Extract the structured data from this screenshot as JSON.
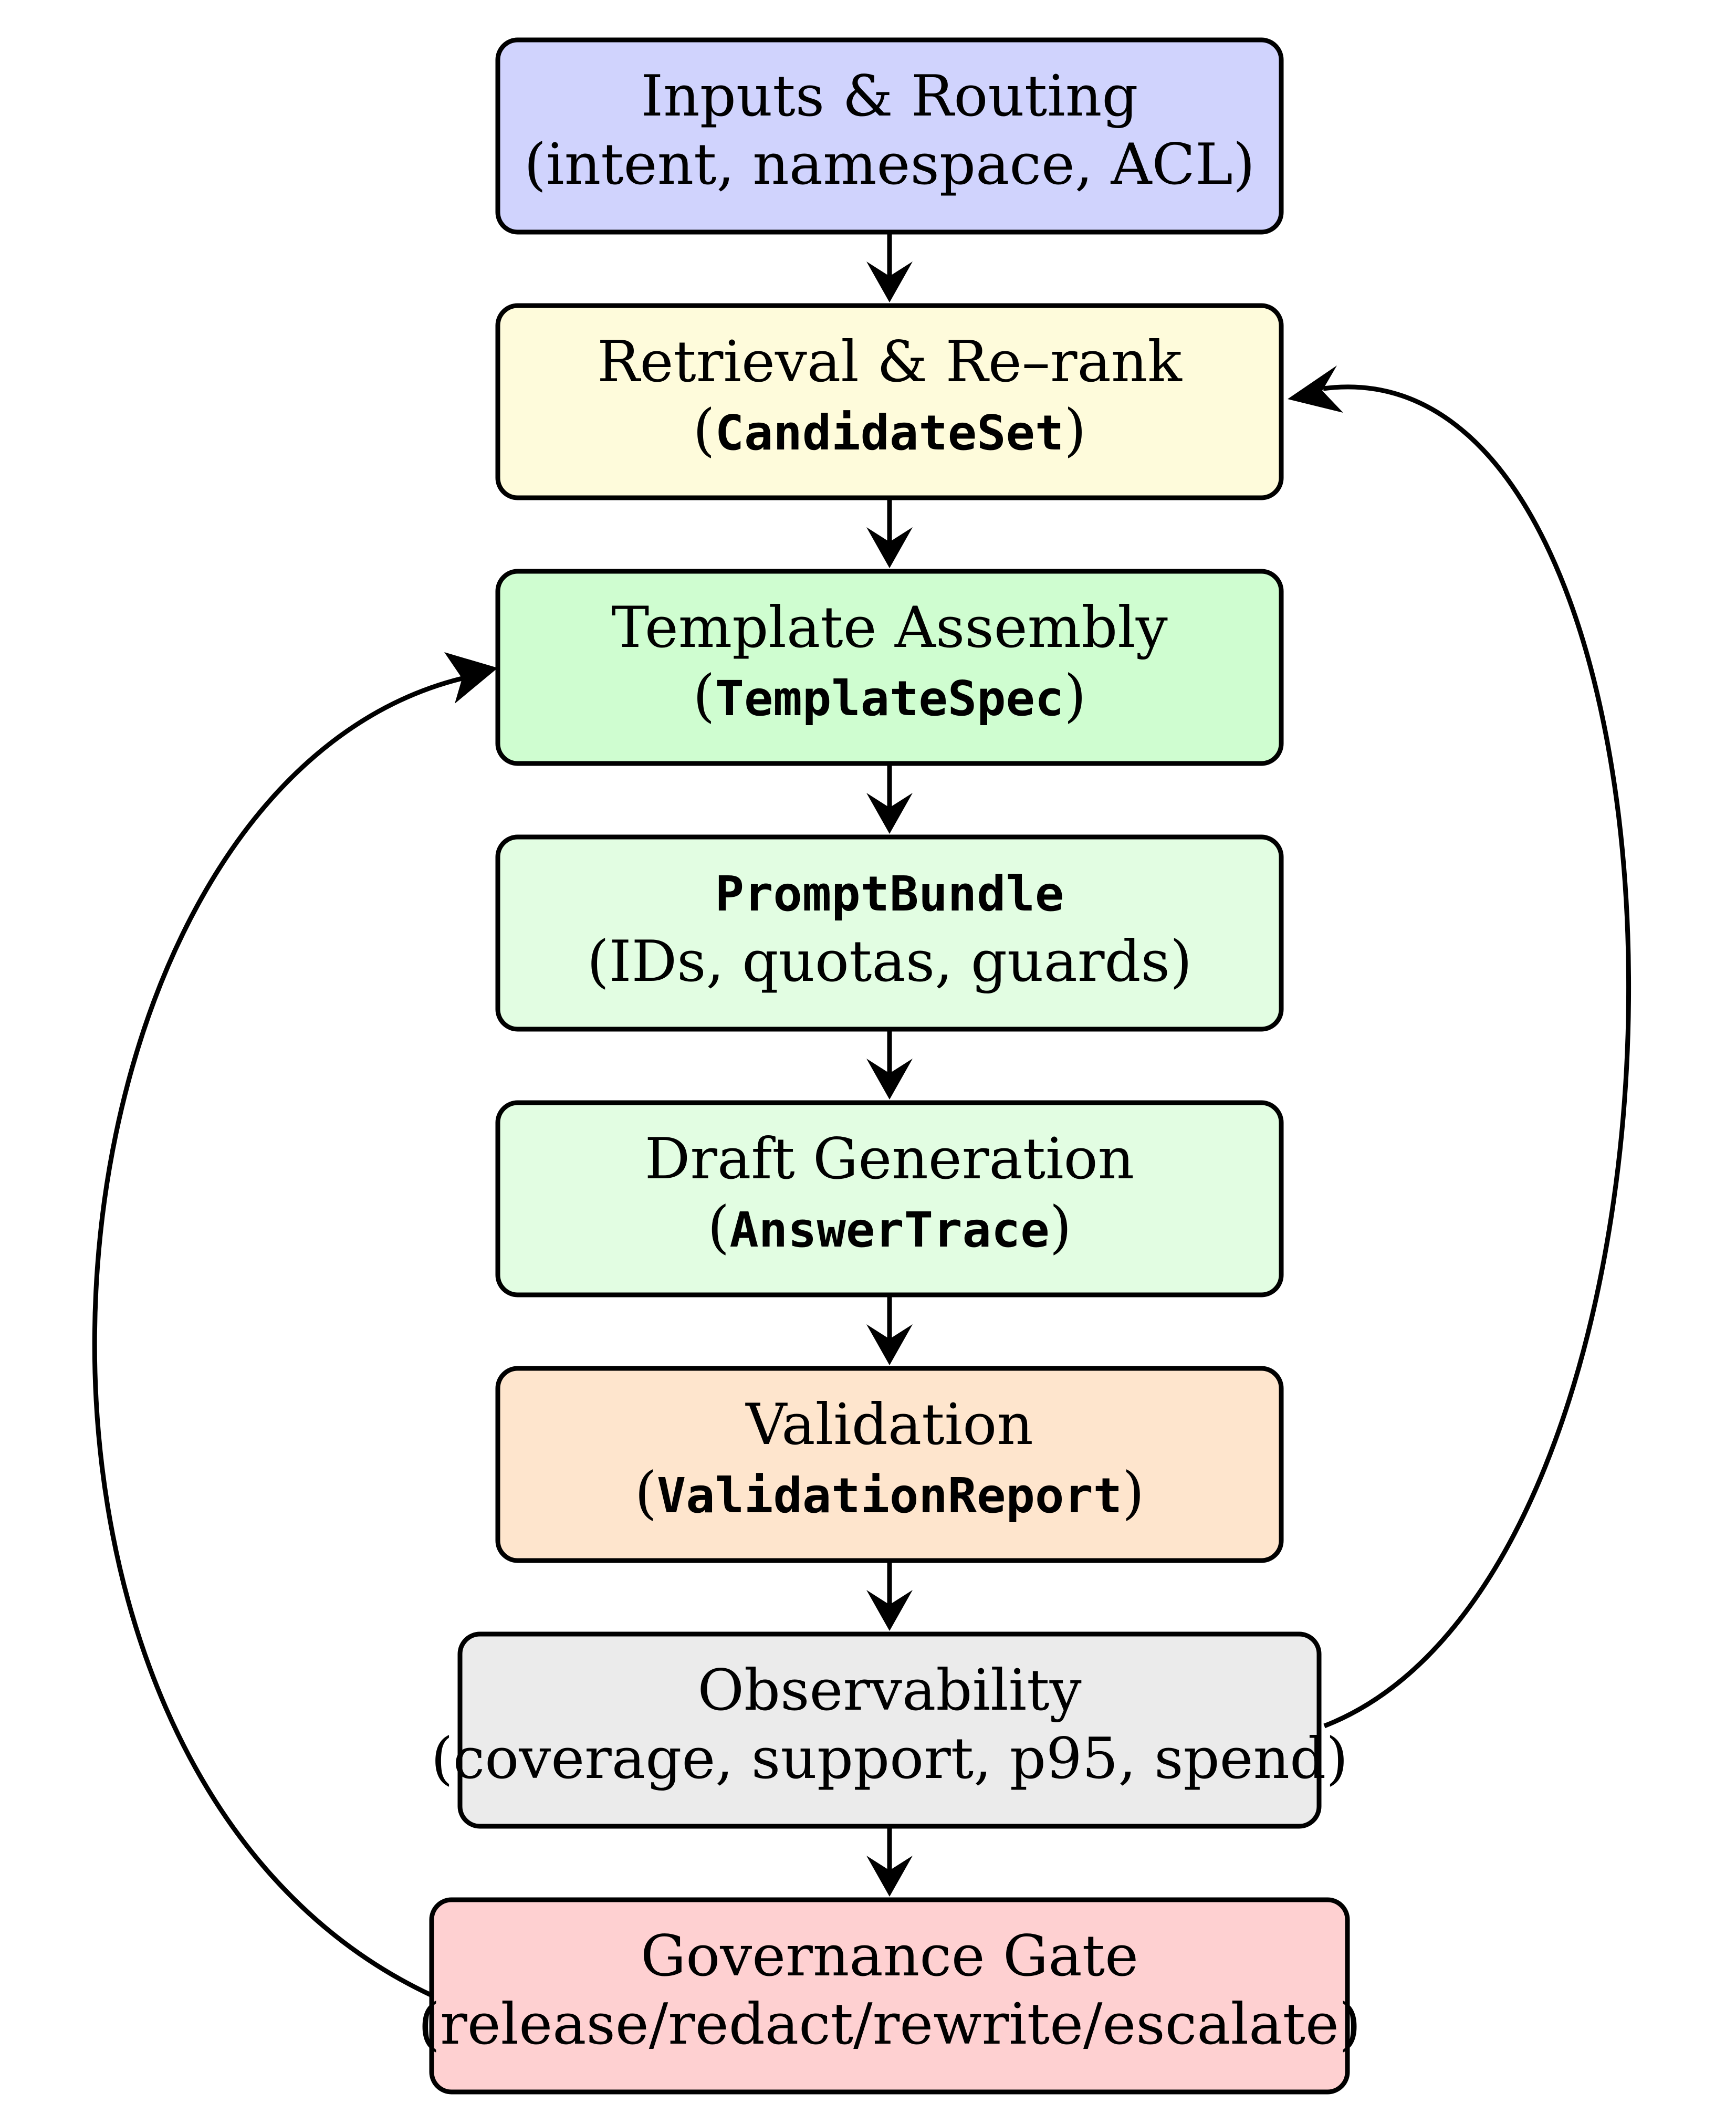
{
  "nodes": [
    {
      "id": "inputs-routing",
      "line1": "Inputs & Routing",
      "line2_pre": "(intent, namespace, ACL)",
      "line2_code": "",
      "line2_post": "",
      "fill": "#d0d3fd"
    },
    {
      "id": "retrieval-rerank",
      "line1": "Retrieval & Re–rank",
      "line2_pre": "(",
      "line2_code": "CandidateSet",
      "line2_post": ")",
      "fill": "#fefbdb"
    },
    {
      "id": "template-assembly",
      "line1": "Template Assembly",
      "line2_pre": "(",
      "line2_code": "TemplateSpec",
      "line2_post": ")",
      "fill": "#cffdd0"
    },
    {
      "id": "prompt-bundle",
      "line1_code": "PromptBundle",
      "line1": "",
      "line2_pre": "(IDs, quotas, guards)",
      "line2_code": "",
      "line2_post": "",
      "fill": "#e2fde2"
    },
    {
      "id": "draft-generation",
      "line1": "Draft Generation",
      "line2_pre": "(",
      "line2_code": "AnswerTrace",
      "line2_post": ")",
      "fill": "#e2fde2"
    },
    {
      "id": "validation",
      "line1": "Validation",
      "line2_pre": "(",
      "line2_code": "ValidationReport",
      "line2_post": ")",
      "fill": "#fee5cd"
    },
    {
      "id": "observability",
      "line1": "Observability",
      "line2_pre": "(coverage, support, p95, spend)",
      "line2_code": "",
      "line2_post": "",
      "fill": "#ebebeb"
    },
    {
      "id": "governance-gate",
      "line1": "Governance Gate",
      "line2_pre": "(release/redact/rewrite/escalate)",
      "line2_code": "",
      "line2_post": "",
      "fill": "#fed0d1"
    }
  ],
  "edges": [
    {
      "from": "inputs-routing",
      "to": "retrieval-rerank"
    },
    {
      "from": "retrieval-rerank",
      "to": "template-assembly"
    },
    {
      "from": "template-assembly",
      "to": "prompt-bundle"
    },
    {
      "from": "prompt-bundle",
      "to": "draft-generation"
    },
    {
      "from": "draft-generation",
      "to": "validation"
    },
    {
      "from": "validation",
      "to": "observability"
    },
    {
      "from": "observability",
      "to": "governance-gate"
    },
    {
      "from": "observability",
      "to": "retrieval-rerank"
    },
    {
      "from": "governance-gate",
      "to": "template-assembly"
    }
  ]
}
